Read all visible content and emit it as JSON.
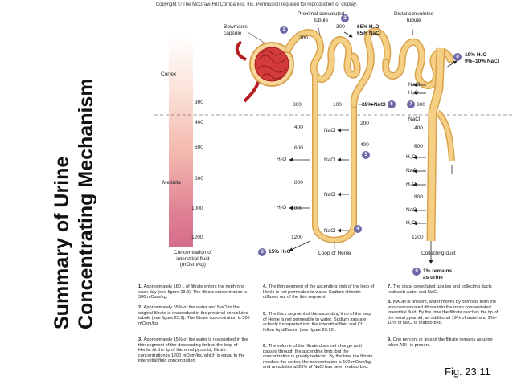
{
  "copyright": "Copyright © The McGraw-Hill Companies, Inc. Permission required for reproduction or display.",
  "title_line1": "Summary of Urine",
  "title_line2": "Concentrating Mechanism",
  "figure_label": "Fig. 23.11",
  "regions": {
    "cortex": "Cortex",
    "medulla": "Medulla"
  },
  "scale_values": [
    "300",
    "400",
    "600",
    "800",
    "1000",
    "1200"
  ],
  "scale_caption": [
    "Concentration of",
    "interstitial fluid",
    "(mOsm/kg)"
  ],
  "structures": {
    "bowmans": [
      "Bowman's",
      "capsule"
    ],
    "pct": [
      "Proximal convoluted",
      "tubule"
    ],
    "dct": [
      "Distal convoluted",
      "tubule"
    ],
    "loop": "Loop of Henle",
    "collecting": "Collecting duct"
  },
  "labels": {
    "v300_glom": "300",
    "v300_pct": "300",
    "v300_loop": "300",
    "v100": "100",
    "v200": "200",
    "v300_cd": "300",
    "v400_desc": "400",
    "v400_asc": "400",
    "v400_cd": "400",
    "v600_desc": "600",
    "v600_cd": "600",
    "v800_desc": "800",
    "v800_cd": "800",
    "v1000_desc": "1000",
    "v1200_loop": "1200",
    "v1200_cd": "1200",
    "water": "H₂O",
    "nacl": "NaCl",
    "pct_h2o": "65% H₂O",
    "pct_nacl": "65% NaCl",
    "asc_nacl": "25% NaCl",
    "desc_h2o": "15% H₂O",
    "adh_h2o": "19% H₂O",
    "adh_nacl": "9%–10% NaCl",
    "urine": [
      "1% remains",
      "as urine"
    ]
  },
  "steps": [
    "1",
    "2",
    "3",
    "4",
    "5",
    "6",
    "7",
    "8",
    "9"
  ],
  "notes": [
    {
      "n": "1.",
      "text": "Approximately 180 L of filtrate enters the nephrons each day (see figure 23.8). The filtrate concentration is 300 mOsm/kg."
    },
    {
      "n": "2.",
      "text": "Approximately 65% of the water and NaCl in the original filtrate is reabsorbed in the proximal convoluted tubule (see figure 23.9). The filtrate concentration is 300 mOsm/kg."
    },
    {
      "n": "3.",
      "text": "Approximately 15% of the water is reabsorbed in the thin segment of the descending limb of the loop of Henle. At the tip of the renal pyramid, filtrate concentration is 1200 mOsm/kg, which is equal to the interstitial fluid concentration."
    },
    {
      "n": "4.",
      "text": "The thin segment of the ascending limb of the loop of Henle is not permeable to water. Sodium chloride diffuses out of the thin segment."
    },
    {
      "n": "5.",
      "text": "The thick segment of the ascending limb of the loop of Henle is not permeable to water. Sodium ions are actively transported into the interstitial fluid and Cl⁻ follow by diffusion (see figure 23.10)."
    },
    {
      "n": "6.",
      "text": "The volume of the filtrate does not change as it passes through the ascending limb, but the concentration is greatly reduced. By the time the filtrate reaches the cortex, the concentration is 100 mOsm/kg and an additional 25% of NaCl has been reabsorbed."
    },
    {
      "n": "7.",
      "text": "The distal convoluted tubules and collecting ducts reabsorb water and NaCl."
    },
    {
      "n": "8.",
      "text": "If ADH is present, water moves by osmosis from the less concentrated filtrate into the more concentrated interstitial fluid. By the time the filtrate reaches the tip of the renal pyramid, an additional 19% of water and 9%–10% of NaCl is reabsorbed."
    },
    {
      "n": "9.",
      "text": "One percent or less of the filtrate remains as urine when ADH is present."
    }
  ],
  "colors": {
    "tubule": "#f5cf84",
    "tubule_edge": "#d8a24e",
    "glomerulus": "#c8292e",
    "step_badge": "#6e6aa8",
    "arrow": "#222222"
  }
}
